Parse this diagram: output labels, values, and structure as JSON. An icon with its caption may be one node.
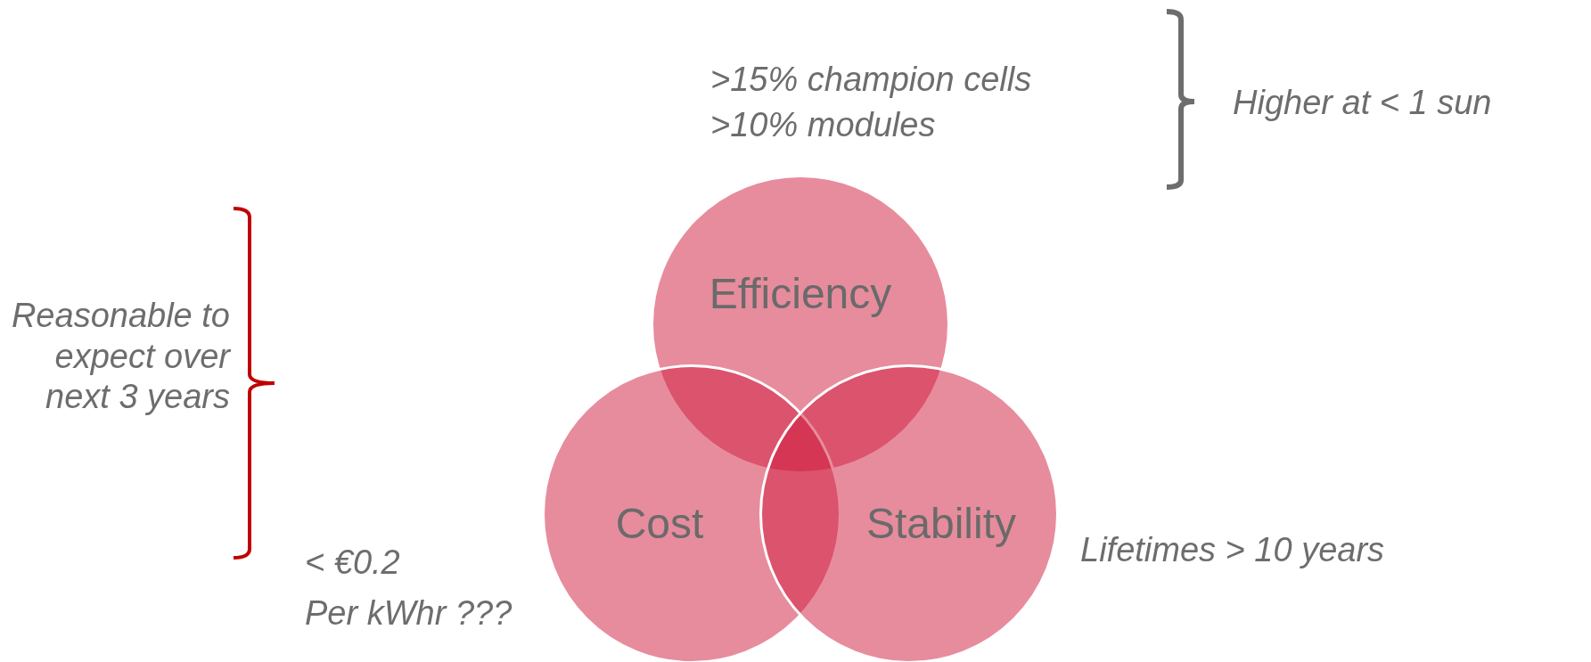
{
  "diagram": {
    "nodes": [
      {
        "text": [
          "Efficiency"
        ],
        "beside": [
          ">15% champion cells",
          ">10% modules"
        ]
      },
      {
        "text": [
          "Cost"
        ],
        "beside": [
          "< €0.2",
          "Per kWhr ???"
        ]
      },
      {
        "text": [
          "Stability"
        ],
        "beside": [
          "Lifetimes > 10 years"
        ]
      }
    ],
    "labels": [
      "Higher at < 1 sun",
      "Reasonable to expect over next 3 years"
    ]
  }
}
